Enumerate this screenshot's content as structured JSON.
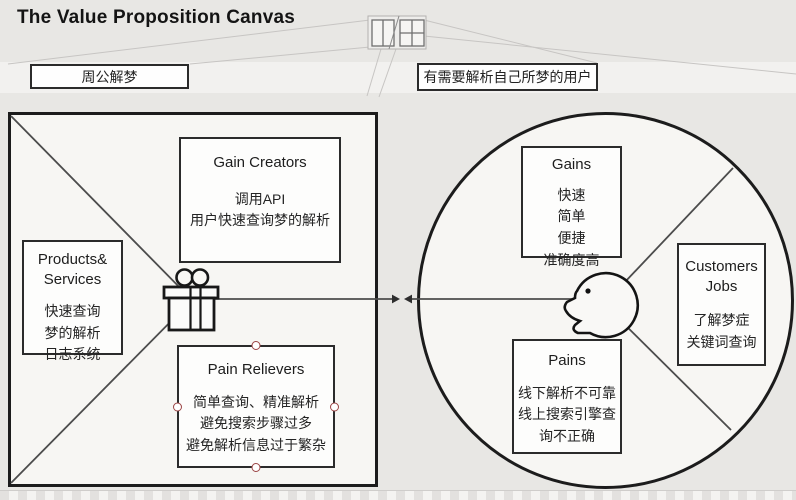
{
  "title": "The Value Proposition Canvas",
  "banner": {
    "left_label": "周公解梦",
    "right_label": "有需要解析自己所梦的用户"
  },
  "value_map": {
    "gain_creators": {
      "heading": "Gain Creators",
      "body": "调用API\n用户快速查询梦的解析"
    },
    "products_services": {
      "heading": "Products&\nServices",
      "body": "快速查询\n梦的解析\n日志系统"
    },
    "pain_relievers": {
      "heading": "Pain Relievers",
      "body": "简单查询、精准解析\n避免搜索步骤过多\n避免解析信息过于繁杂"
    }
  },
  "customer_profile": {
    "gains": {
      "heading": "Gains",
      "body": "快速\n简单\n便捷\n准确度高"
    },
    "customer_jobs": {
      "heading": "Customers\nJobs",
      "body": "了解梦症\n关键词查询"
    },
    "pains": {
      "heading": "Pains",
      "body": "线下解析不可靠\n线上搜索引擎查\n询不正确"
    }
  },
  "icons": {
    "gift": "gift-icon",
    "face": "customer-face-icon",
    "thumbnail": "mini-canvas-thumbnail-icon"
  },
  "colors": {
    "background": "#e8e7e4",
    "panel_fill": "#f7f6f3",
    "box_fill": "#fdfdfc",
    "border": "#2b2b2b",
    "line": "#4c4c4c",
    "faint_line": "#c7c5c3",
    "selection_handle": "#9c4545"
  }
}
